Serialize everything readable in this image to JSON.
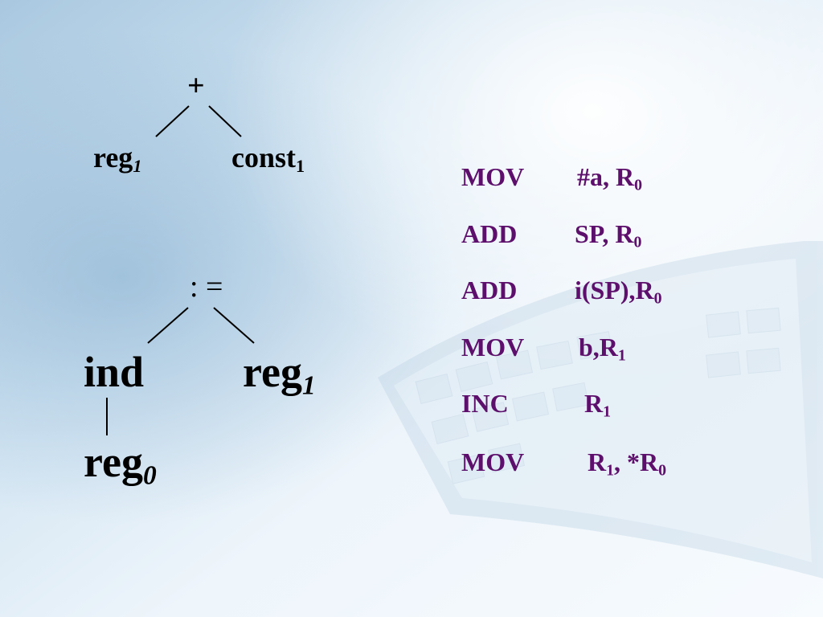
{
  "tree1": {
    "root": "+",
    "left_base": "reg",
    "left_sub": "1",
    "right_base": "const",
    "right_sub": "1"
  },
  "tree2": {
    "root": ": =",
    "left": "ind",
    "right_base": "reg",
    "right_sub": "1",
    "child_base": "reg",
    "child_sub": "0"
  },
  "instructions": [
    {
      "op": "MOV",
      "a_pre": "#a, R",
      "a_sub": "0",
      "a_post": ""
    },
    {
      "op": "ADD",
      "a_pre": "SP, R",
      "a_sub": "0",
      "a_post": ""
    },
    {
      "op": "ADD",
      "a_pre": "i(SP),R",
      "a_sub": "0",
      "a_post": ""
    },
    {
      "op": "MOV",
      "a_pre": "b,R",
      "a_sub": "1",
      "a_post": ""
    },
    {
      "op": "INC",
      "a_pre": "R",
      "a_sub": "1",
      "a_post": ""
    },
    {
      "op": "MOV",
      "a_pre": "R",
      "a_sub": "1",
      "a_post": ", *R",
      "a_sub2": "0"
    }
  ],
  "colors": {
    "instruction_text": "#5c0f6b",
    "tree_text": "#000000"
  }
}
